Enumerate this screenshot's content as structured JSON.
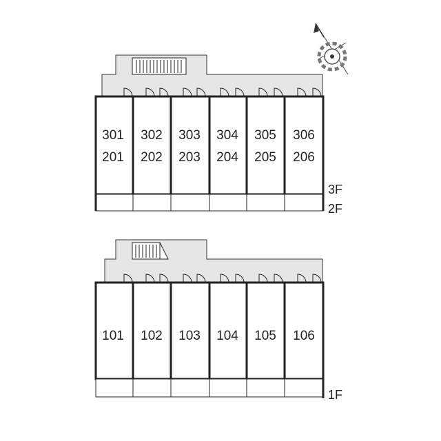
{
  "upper_block": {
    "rooms": [
      {
        "top": "301",
        "bottom": "201"
      },
      {
        "top": "302",
        "bottom": "202"
      },
      {
        "top": "303",
        "bottom": "203"
      },
      {
        "top": "304",
        "bottom": "204"
      },
      {
        "top": "305",
        "bottom": "205"
      },
      {
        "top": "306",
        "bottom": "206"
      }
    ],
    "floor_labels": [
      "3F",
      "2F"
    ]
  },
  "lower_block": {
    "rooms": [
      {
        "number": "101"
      },
      {
        "number": "102"
      },
      {
        "number": "103"
      },
      {
        "number": "104"
      },
      {
        "number": "105"
      },
      {
        "number": "106"
      }
    ],
    "floor_labels": [
      "1F"
    ]
  },
  "compass": {
    "icon": "compass-north-icon"
  },
  "colors": {
    "corridor": "#e6e6e6",
    "line": "#222222"
  }
}
